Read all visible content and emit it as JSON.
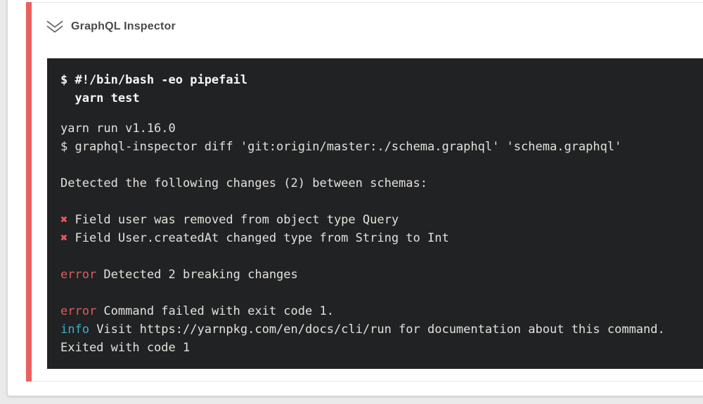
{
  "page": {
    "background_color": "#eaeaea"
  },
  "card": {
    "background_color": "#ffffff",
    "border_color": "#d8d8d8",
    "divider_color": "#e8e8e8",
    "accent_stripe_color": "#ec5f5f"
  },
  "header": {
    "title": "GraphQL Inspector",
    "title_color": "#4a4a4a",
    "icon": "double-chevron-down-icon",
    "icon_color": "#6e6e6e"
  },
  "terminal": {
    "background_color": "#212224",
    "colors": {
      "plain": "#e3e1dd",
      "bold": "#f7f7f7",
      "error": "#e05c5c",
      "info": "#3cb2c4",
      "cross": "#ef5a5a"
    },
    "command_lines": [
      [
        {
          "text": "$ #!/bin/bash -eo pipefail",
          "style": "bold"
        }
      ],
      [
        {
          "text": "  yarn test",
          "style": "bold"
        }
      ]
    ],
    "output_lines": [
      [
        {
          "text": "yarn run v1.16.0",
          "style": "plain"
        }
      ],
      [
        {
          "text": "$ graphql-inspector diff 'git:origin/master:./schema.graphql' 'schema.graphql'",
          "style": "plain"
        }
      ],
      [],
      [
        {
          "text": "Detected the following changes (2) between schemas:",
          "style": "plain"
        }
      ],
      [],
      [
        {
          "text": "✖ ",
          "style": "cross"
        },
        {
          "text": "Field user was removed from object type Query",
          "style": "plain"
        }
      ],
      [
        {
          "text": "✖ ",
          "style": "cross"
        },
        {
          "text": "Field User.createdAt changed type from String to Int",
          "style": "plain"
        }
      ],
      [],
      [
        {
          "text": "error",
          "style": "error"
        },
        {
          "text": " Detected 2 breaking changes",
          "style": "plain"
        }
      ],
      [],
      [
        {
          "text": "error",
          "style": "error"
        },
        {
          "text": " Command failed with exit code 1.",
          "style": "plain"
        }
      ],
      [
        {
          "text": "info",
          "style": "info"
        },
        {
          "text": " Visit https://yarnpkg.com/en/docs/cli/run for documentation about this command.",
          "style": "plain"
        }
      ],
      [
        {
          "text": "Exited with code 1",
          "style": "plain"
        }
      ]
    ]
  }
}
